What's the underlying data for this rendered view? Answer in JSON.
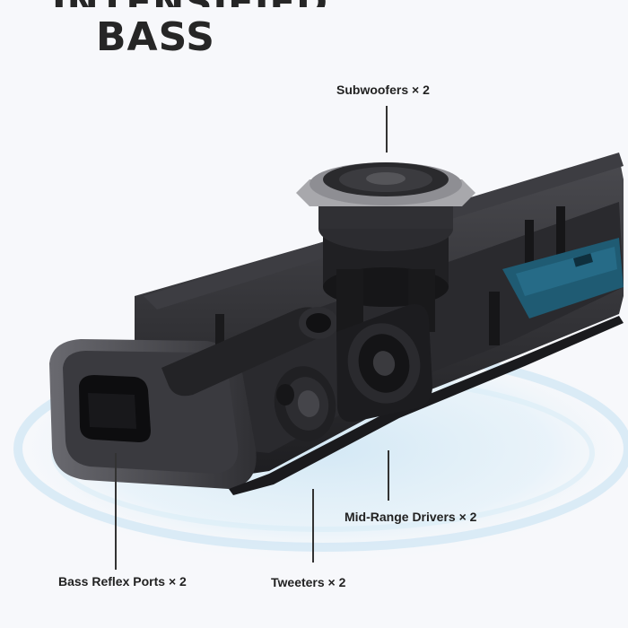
{
  "headline": {
    "line1": "INTENSIFIED",
    "line2": "BASS"
  },
  "callouts": {
    "subwoofers": "Subwoofers × 2",
    "mid_range": "Mid-Range Drivers × 2",
    "tweeters": "Tweeters × 2",
    "bass_reflex": "Bass Reflex Ports × 2"
  },
  "colors": {
    "background": "#f7f8fb",
    "glow": "#cfe6f4",
    "speaker_body": "#2b2b2e",
    "board": "#1f5b73"
  }
}
